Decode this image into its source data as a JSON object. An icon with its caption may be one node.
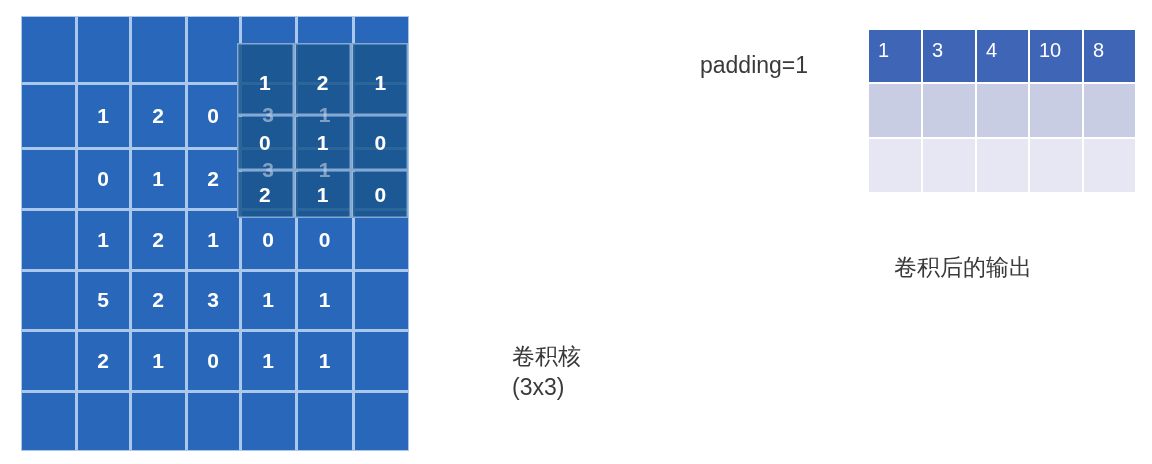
{
  "diagram": {
    "nodes": [
      {
        "text": [],
        "shape": "box"
      },
      {
        "text": [],
        "shape": "box"
      },
      {
        "text": [],
        "shape": "box"
      },
      {
        "text": [],
        "shape": "box"
      },
      {
        "text": [],
        "shape": "box"
      },
      {
        "text": [],
        "shape": "box"
      },
      {
        "text": [],
        "shape": "box"
      },
      {
        "text": [],
        "shape": "box"
      },
      {
        "text": [
          "1"
        ]
      },
      {
        "text": [
          "2"
        ]
      },
      {
        "text": [
          "0"
        ]
      },
      {
        "text": [
          "3"
        ]
      },
      {
        "text": [
          "1"
        ]
      },
      {
        "text": [],
        "shape": "box"
      },
      {
        "text": [],
        "shape": "box"
      },
      {
        "text": [
          "0"
        ]
      },
      {
        "text": [
          "1"
        ]
      },
      {
        "text": [
          "2"
        ]
      },
      {
        "text": [
          "3"
        ]
      },
      {
        "text": [
          "1"
        ]
      },
      {
        "text": [],
        "shape": "box"
      },
      {
        "text": [],
        "shape": "box"
      },
      {
        "text": [
          "1"
        ]
      },
      {
        "text": [
          "2"
        ]
      },
      {
        "text": [
          "1"
        ]
      },
      {
        "text": [
          "0"
        ]
      },
      {
        "text": [
          "0"
        ]
      },
      {
        "text": [],
        "shape": "box"
      },
      {
        "text": [],
        "shape": "box"
      },
      {
        "text": [
          "5"
        ]
      },
      {
        "text": [
          "2"
        ]
      },
      {
        "text": [
          "3"
        ]
      },
      {
        "text": [
          "1"
        ]
      },
      {
        "text": [
          "1"
        ]
      },
      {
        "text": [],
        "shape": "box"
      },
      {
        "text": [],
        "shape": "box"
      },
      {
        "text": [
          "2"
        ]
      },
      {
        "text": [
          "1"
        ]
      },
      {
        "text": [
          "0"
        ]
      },
      {
        "text": [
          "1"
        ]
      },
      {
        "text": [
          "1"
        ]
      },
      {
        "text": [],
        "shape": "box"
      },
      {
        "text": [],
        "shape": "box"
      },
      {
        "text": [],
        "shape": "box"
      },
      {
        "text": [],
        "shape": "box"
      },
      {
        "text": [],
        "shape": "box"
      },
      {
        "text": [],
        "shape": "box"
      },
      {
        "text": [],
        "shape": "box"
      },
      {
        "text": [],
        "shape": "box"
      },
      {
        "text": [
          "1"
        ]
      },
      {
        "text": [
          "2"
        ]
      },
      {
        "text": [
          "1"
        ]
      },
      {
        "text": [
          "0"
        ]
      },
      {
        "text": [
          "1"
        ]
      },
      {
        "text": [
          "0"
        ]
      },
      {
        "text": [
          "2"
        ]
      },
      {
        "text": [
          "1"
        ]
      },
      {
        "text": [
          "0"
        ]
      },
      {
        "text": [
          "1"
        ]
      },
      {
        "text": [
          "3"
        ]
      },
      {
        "text": [
          "4"
        ]
      },
      {
        "text": [
          "10"
        ]
      },
      {
        "text": [
          "8"
        ]
      },
      {
        "text": [],
        "shape": "box"
      },
      {
        "text": [],
        "shape": "box"
      },
      {
        "text": [],
        "shape": "box"
      },
      {
        "text": [],
        "shape": "box"
      },
      {
        "text": [],
        "shape": "box"
      },
      {
        "text": [],
        "shape": "box"
      },
      {
        "text": [],
        "shape": "box"
      },
      {
        "text": [],
        "shape": "box"
      },
      {
        "text": [],
        "shape": "box"
      },
      {
        "text": [],
        "shape": "box"
      }
    ],
    "labels": [
      "padding=1",
      "卷积后的输出",
      "卷积核 (3x3)"
    ]
  }
}
